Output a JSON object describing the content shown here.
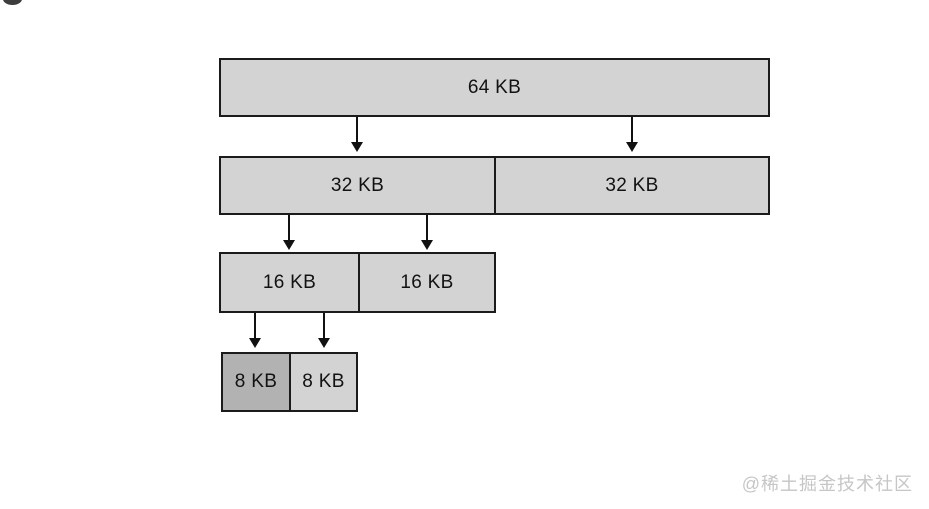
{
  "diagram": {
    "levels": [
      {
        "name": "level-64kb",
        "blocks": [
          {
            "label": "64 KB",
            "shade": "light"
          }
        ]
      },
      {
        "name": "level-32kb",
        "blocks": [
          {
            "label": "32 KB",
            "shade": "light"
          },
          {
            "label": "32 KB",
            "shade": "light"
          }
        ]
      },
      {
        "name": "level-16kb",
        "blocks": [
          {
            "label": "16 KB",
            "shade": "light"
          },
          {
            "label": "16 KB",
            "shade": "light"
          }
        ]
      },
      {
        "name": "level-8kb",
        "blocks": [
          {
            "label": "8 KB",
            "shade": "dark"
          },
          {
            "label": "8 KB",
            "shade": "light"
          }
        ]
      }
    ]
  },
  "watermark": {
    "text": "@稀土掘金技术社区"
  },
  "colors": {
    "box-fill": "#d3d3d3",
    "box-fill-dark": "#b2b2b2",
    "box-border": "#1b1b1b",
    "arrow": "#111111",
    "text": "#121212",
    "watermark": "#c6c6c6",
    "background": "#ffffff"
  }
}
